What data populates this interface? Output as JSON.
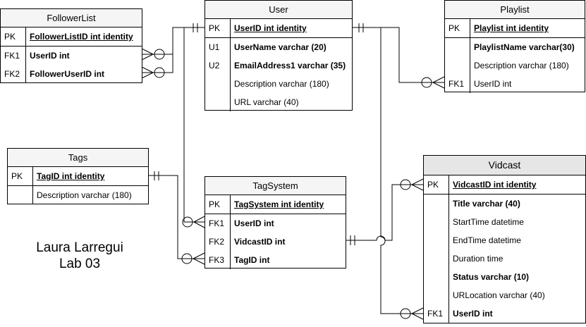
{
  "caption": {
    "line1": "Laura Larregui",
    "line2": "Lab 03"
  },
  "tables": {
    "followerlist": {
      "title": "FollowerList",
      "rows": [
        {
          "key": "PK",
          "field": "FollowerListID int identity"
        },
        {
          "key": "FK1",
          "field": "UserID int"
        },
        {
          "key": "FK2",
          "field": "FollowerUserID int"
        }
      ]
    },
    "user": {
      "title": "User",
      "rows": [
        {
          "key": "PK",
          "field": "UserID int identity"
        },
        {
          "key": "U1",
          "field": "UserName varchar (20)"
        },
        {
          "key": "U2",
          "field": "EmailAddress1 varchar (35)"
        },
        {
          "key": "",
          "field": "Description varchar (180)"
        },
        {
          "key": "",
          "field": "URL varchar (40)"
        }
      ]
    },
    "playlist": {
      "title": "Playlist",
      "rows": [
        {
          "key": "PK",
          "field": "Playlist int identity"
        },
        {
          "key": "",
          "field": "PlaylistName varchar(30)"
        },
        {
          "key": "",
          "field": "Description varchar (180)"
        },
        {
          "key": "FK1",
          "field": "UserID int"
        }
      ]
    },
    "tags": {
      "title": "Tags",
      "rows": [
        {
          "key": "PK",
          "field": "TagID int identity"
        },
        {
          "key": "",
          "field": "Description varchar (180)"
        }
      ]
    },
    "tagsystem": {
      "title": "TagSystem",
      "rows": [
        {
          "key": "PK",
          "field": "TagSystem int identity"
        },
        {
          "key": "FK1",
          "field": "UserID int"
        },
        {
          "key": "FK2",
          "field": "VidcastID int"
        },
        {
          "key": "FK3",
          "field": "TagID int"
        }
      ]
    },
    "vidcast": {
      "title": "Vidcast",
      "rows": [
        {
          "key": "PK",
          "field": "VidcastID int identity"
        },
        {
          "key": "",
          "field": "Title varchar (40)"
        },
        {
          "key": "",
          "field": "StartTime datetime"
        },
        {
          "key": "",
          "field": "EndTime datetime"
        },
        {
          "key": "",
          "field": "Duration time"
        },
        {
          "key": "",
          "field": "Status varchar (10)"
        },
        {
          "key": "",
          "field": "URLocation varchar (40)"
        },
        {
          "key": "FK1",
          "field": "UserID int"
        }
      ]
    }
  }
}
